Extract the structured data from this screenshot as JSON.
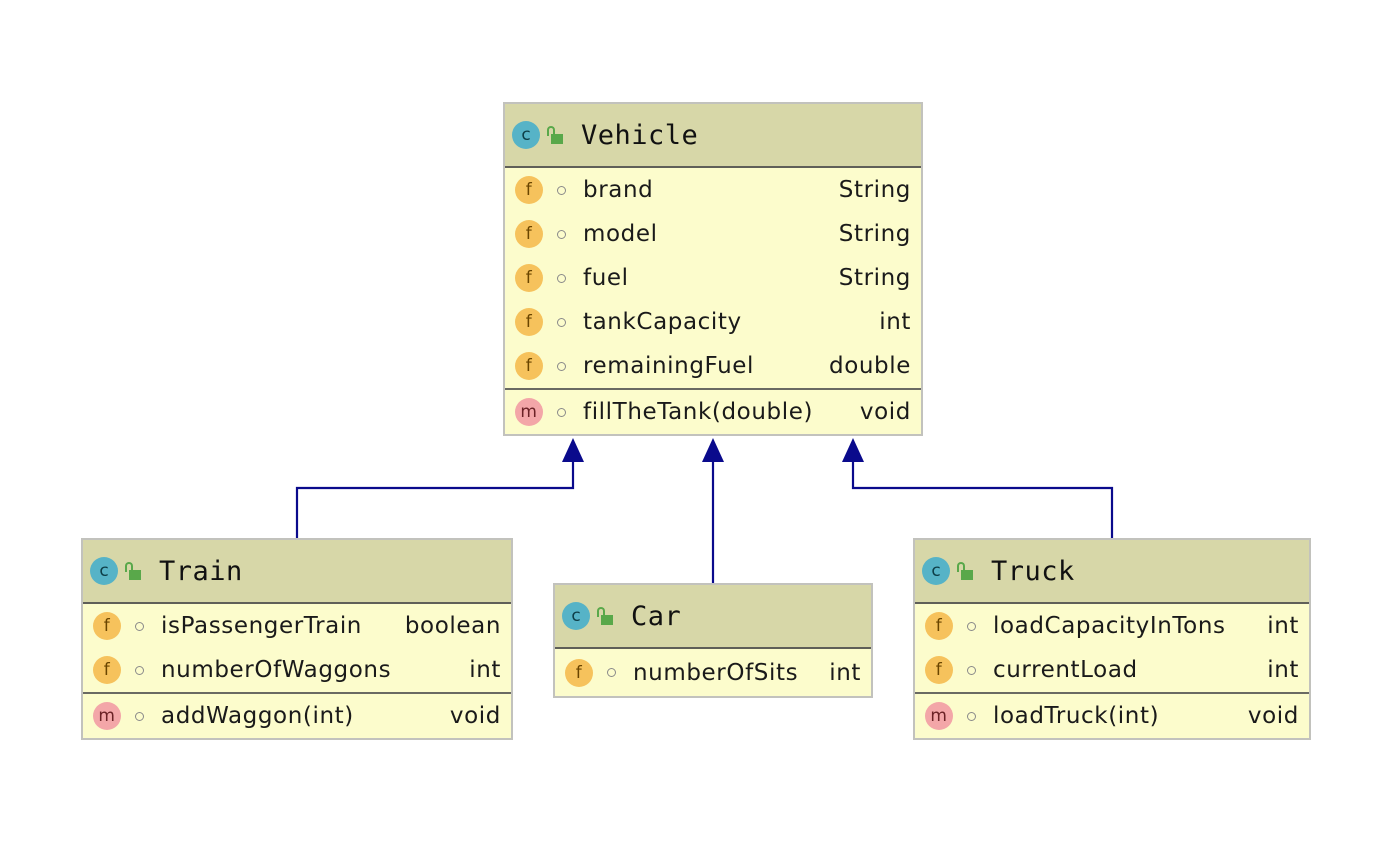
{
  "diagram": {
    "relation": "inheritance",
    "classes": [
      {
        "id": "vehicle",
        "title": "Vehicle",
        "kind_icon": "class-c-icon",
        "visibility_icon": "unlocked-public-icon",
        "fields": [
          {
            "name": "brand",
            "type": "String"
          },
          {
            "name": "model",
            "type": "String"
          },
          {
            "name": "fuel",
            "type": "String"
          },
          {
            "name": "tankCapacity",
            "type": "int"
          },
          {
            "name": "remainingFuel",
            "type": "double"
          }
        ],
        "methods": [
          {
            "name": "fillTheTank(double)",
            "type": "void"
          }
        ]
      },
      {
        "id": "train",
        "title": "Train",
        "kind_icon": "class-c-icon",
        "visibility_icon": "unlocked-public-icon",
        "fields": [
          {
            "name": "isPassengerTrain",
            "type": "boolean"
          },
          {
            "name": "numberOfWaggons",
            "type": "int"
          }
        ],
        "methods": [
          {
            "name": "addWaggon(int)",
            "type": "void"
          }
        ]
      },
      {
        "id": "car",
        "title": "Car",
        "kind_icon": "class-c-icon",
        "visibility_icon": "unlocked-public-icon",
        "fields": [
          {
            "name": "numberOfSits",
            "type": "int"
          }
        ],
        "methods": []
      },
      {
        "id": "truck",
        "title": "Truck",
        "kind_icon": "class-c-icon",
        "visibility_icon": "unlocked-public-icon",
        "fields": [
          {
            "name": "loadCapacityInTons",
            "type": "int"
          },
          {
            "name": "currentLoad",
            "type": "int"
          }
        ],
        "methods": [
          {
            "name": "loadTruck(int)",
            "type": "void"
          }
        ]
      }
    ],
    "edges": [
      {
        "from": "train",
        "to": "vehicle"
      },
      {
        "from": "car",
        "to": "vehicle"
      },
      {
        "from": "truck",
        "to": "vehicle"
      }
    ],
    "badges": {
      "class": "c",
      "field": "f",
      "method": "m"
    },
    "colors": {
      "edge": "#0a0a8c",
      "header": "#d7d7a8",
      "body": "#fcfccc"
    }
  }
}
